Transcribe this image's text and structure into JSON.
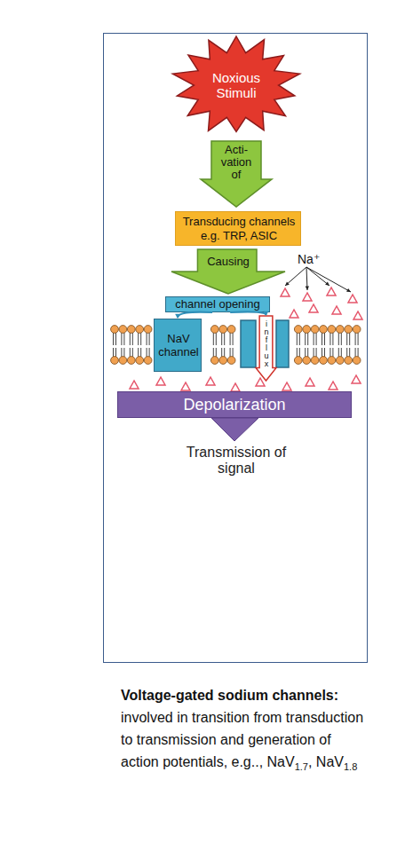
{
  "diagram": {
    "caption": "Voltage-gated sodium channels:",
    "nodes": [
      {
        "text": [
          "Transmission of signal"
        ]
      },
      {
        "text": [
          "Noxious Stimuli"
        ],
        "in": 0
      },
      {
        "text": [
          "Acti- vation of"
        ],
        "in": 0
      },
      {
        "text": [
          "Transducing channels e.g. TRP, ASIC"
        ],
        "in": 0
      },
      {
        "text": [
          "Causing"
        ],
        "in": 0
      },
      {
        "text": [
          "channel opening"
        ],
        "in": 0
      },
      {
        "text": [
          "NaV channel"
        ],
        "in": 0
      },
      {
        "text": [
          "influx"
        ],
        "in": 0
      },
      {
        "text": [
          "Depolarization"
        ],
        "in": 0
      }
    ],
    "edges": [
      {
        "from": 5,
        "to": 6,
        "arrow": "to"
      },
      {
        "from": 5,
        "to": 7,
        "arrow": "to"
      }
    ],
    "labels": [
      "Na⁺",
      "involved in transition from transduction to transmission and generation of action potentials, e.g.., NaV",
      "1.7",
      ", NaV",
      "1.8"
    ]
  }
}
